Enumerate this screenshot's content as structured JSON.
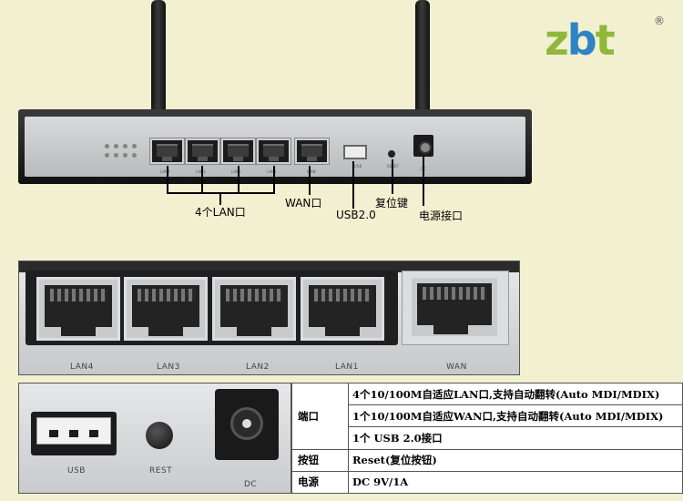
{
  "logo": {
    "brand": "zbt",
    "brand_z": "z",
    "brand_b": "b",
    "brand_t": "t",
    "registered": "®"
  },
  "callouts": {
    "lan": "4个LAN口",
    "wan": "WAN口",
    "usb": "USB2.0",
    "reset": "复位键",
    "power": "电源接口"
  },
  "panel_labels": [
    "LAN4",
    "LAN3",
    "LAN2",
    "LAN1",
    "WAN"
  ],
  "small_labels": [
    "LAN4",
    "LAN3",
    "LAN2",
    "LAN1",
    "WAN",
    "USB",
    "RESET",
    "DC"
  ],
  "lower_labels": {
    "usb": "USB",
    "reset": "REST",
    "dc": "DC"
  },
  "spec": {
    "port_key": "端口",
    "port_rows": [
      "4个10/100M自适应LAN口,支持自动翻转(Auto MDI/MDIX)",
      "1个10/100M自适应WAN口,支持自动翻转(Auto MDI/MDIX)",
      "1个 USB 2.0接口"
    ],
    "button_key": "按钮",
    "button_val": "Reset(复位按钮)",
    "power_key": "电源",
    "power_val": "DC 9V/1A"
  }
}
